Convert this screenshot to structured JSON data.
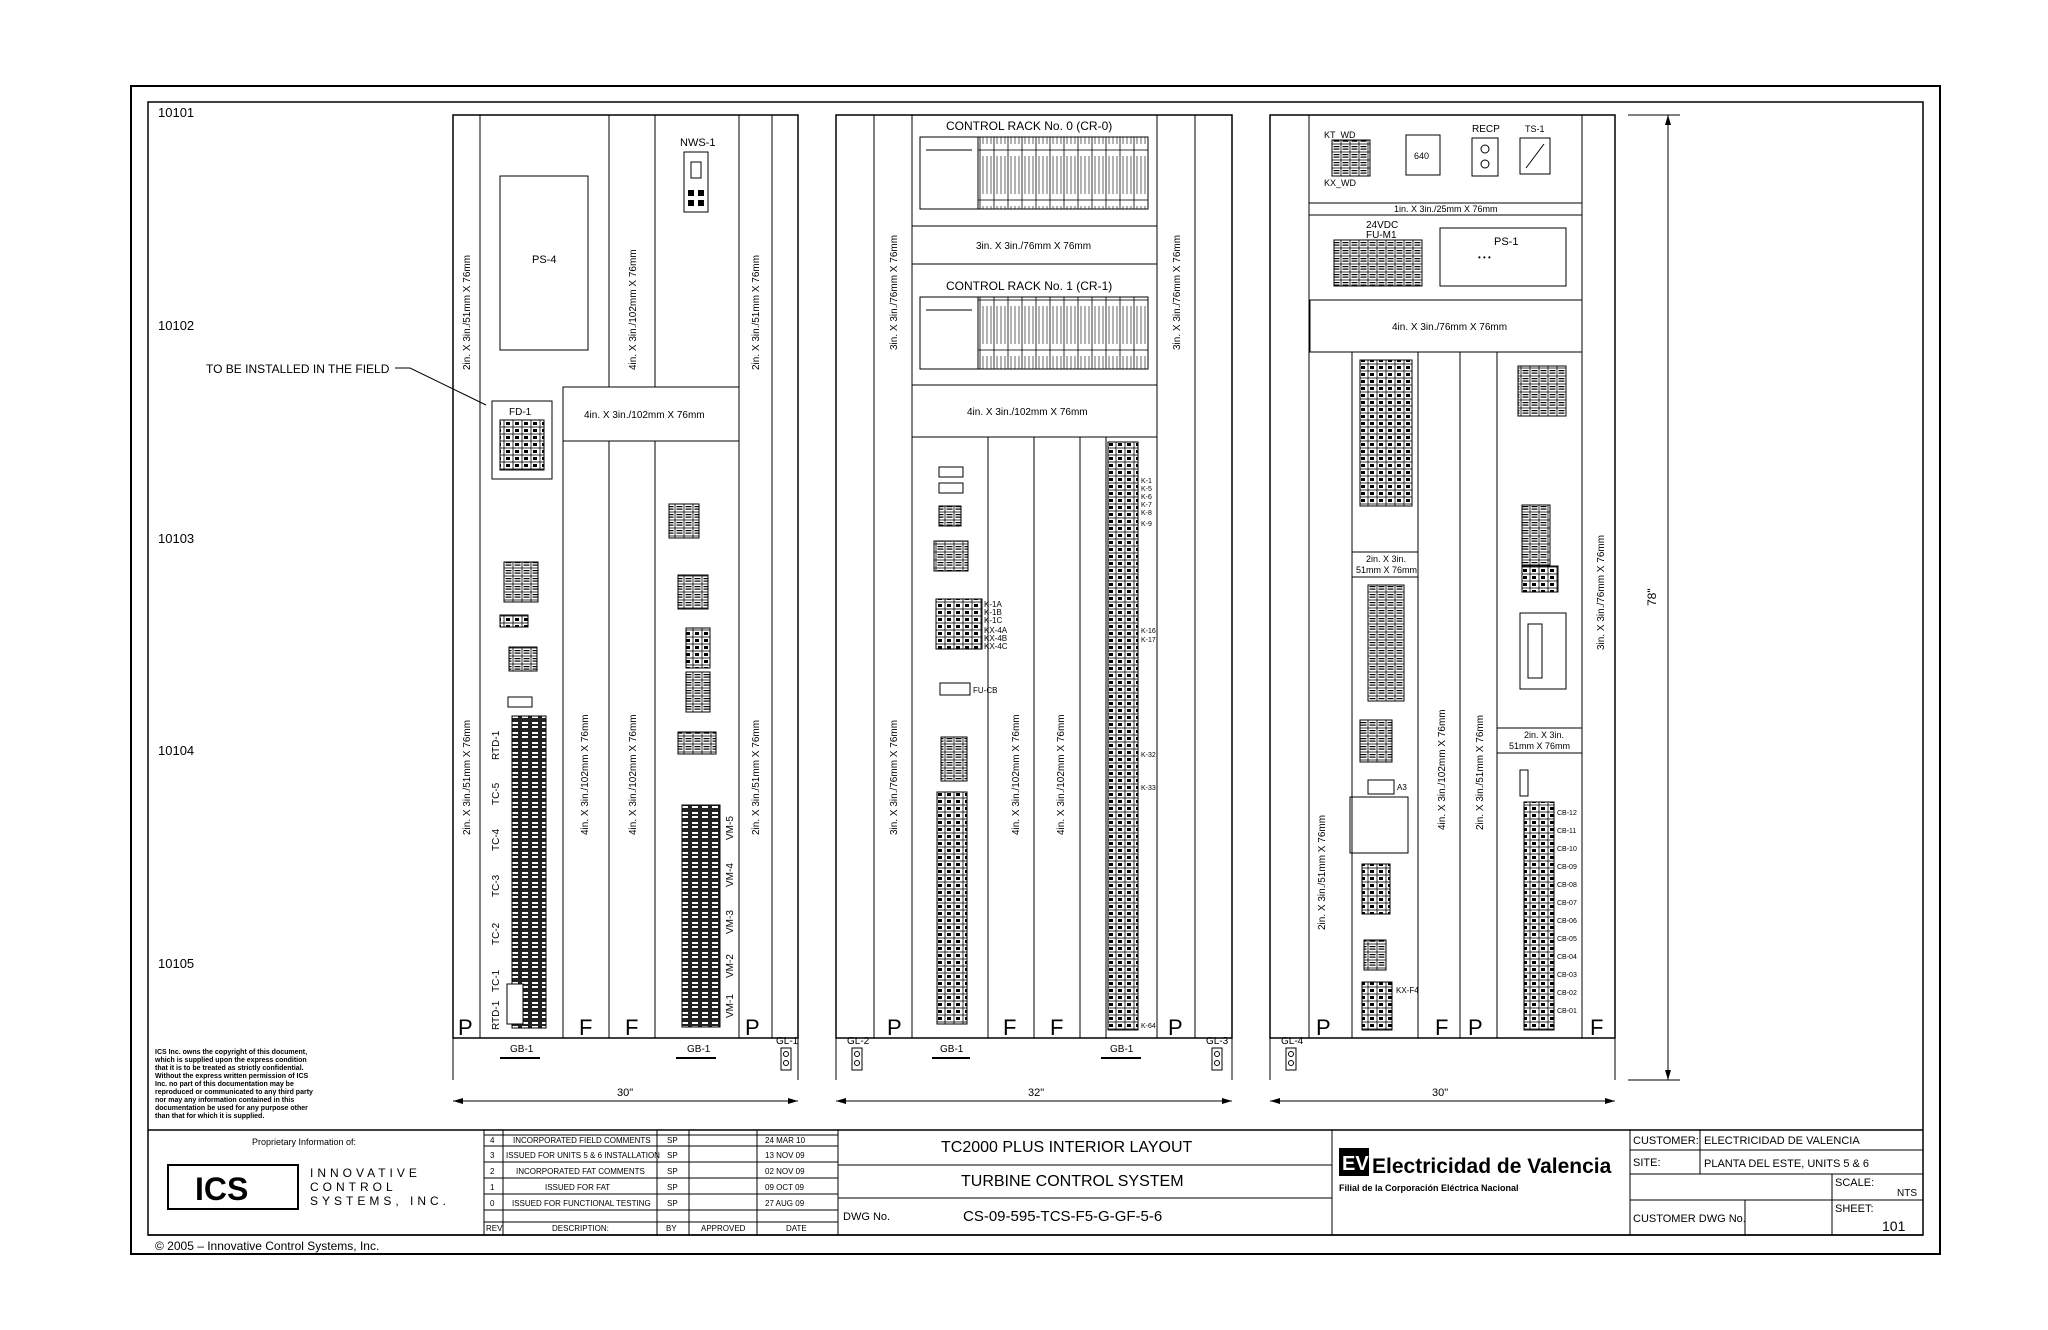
{
  "row_markers": [
    "10101",
    "10102",
    "10103",
    "10104",
    "10105"
  ],
  "field_note": "TO BE INSTALLED IN THE FIELD",
  "panels": {
    "left": {
      "width_dim": "30\"",
      "labels": {
        "duct_v_2in_upper": "2in. X 3in./51mm X 76mm",
        "duct_v_4in_upper": "4in. X 3in./102mm X 76mm",
        "duct_v_2in_upper_r": "2in. X 3in./51mm X 76mm",
        "duct_h_4in": "4in. X 3in./102mm X 76mm",
        "duct_v_2in_lower": "2in. X 3in./51mm X 76mm",
        "duct_v_4in_lower_a": "4in. X 3in./102mm X 76mm",
        "duct_v_4in_lower_b": "4in. X 3in./102mm X 76mm",
        "duct_v_2in_lower_r": "2in. X 3in./51mm X 76mm",
        "ps4": "PS-4",
        "nws1": "NWS-1",
        "fd1": "FD-1",
        "gb1_a": "GB-1",
        "gb1_b": "GB-1",
        "gl1": "GL-1"
      },
      "tc_labels": [
        "RTD-1",
        "TC-5",
        "TC-4",
        "TC-3",
        "TC-2",
        "TC-1",
        "RTD-1"
      ],
      "vm_labels": [
        "VM-5",
        "VM-4",
        "VM-3",
        "VM-2",
        "VM-1"
      ],
      "bottom_marks": [
        "P",
        "F",
        "F",
        "P"
      ]
    },
    "middle": {
      "width_dim": "32\"",
      "labels": {
        "cr0": "CONTROL RACK No. 0 (CR-0)",
        "cr1": "CONTROL RACK No. 1 (CR-1)",
        "duct_h_3in": "3in. X 3in./76mm X 76mm",
        "duct_h_4in": "4in. X 3in./102mm X 76mm",
        "duct_v_3in_upper_l": "3in. X 3in./76mm X 76mm",
        "duct_v_3in_upper_r": "3in. X 3in./76mm X 76mm",
        "duct_v_3in_lower_l": "3in. X 3in./76mm X 76mm",
        "duct_v_4in_lower_a": "4in. X 3in./102mm X 76mm",
        "duct_v_4in_lower_b": "4in. X 3in./102mm X 76mm",
        "gl2": "GL-2",
        "gl3": "GL-3",
        "gb1_a": "GB-1",
        "gb1_b": "GB-1",
        "fu_cb": "FU-CB"
      },
      "k_labels": [
        "K-1",
        "K-5",
        "K-6",
        "K-7",
        "K-8",
        "K-9",
        "K-16",
        "K-17",
        "K-32",
        "K-33",
        "K-64"
      ],
      "k_small": [
        "K-1A",
        "K-1B",
        "K-1C",
        "KX-4A",
        "KX-4B",
        "KX-4C"
      ],
      "bottom_marks": [
        "P",
        "F",
        "F",
        "P"
      ]
    },
    "right": {
      "width_dim": "30\"",
      "height_dim": "78\"",
      "labels": {
        "kt_wd": "KT_WD",
        "kx_wd": "KX_WD",
        "d640": "640",
        "recp": "RECP",
        "ts1": "TS-1",
        "duct_h_1in": "1in. X 3in./25mm X 76mm",
        "v24dc": "24VDC",
        "fu_m1": "FU-M1",
        "ps1": "PS-1",
        "ps1_dots": "• • •",
        "duct_h_4in": "4in. X 3in./76mm X 76mm",
        "duct_box_2in_a1": "2in. X 3in.",
        "duct_box_2in_a2": "51mm X 76mm",
        "duct_box_2in_b1": "2in. X 3in.",
        "duct_box_2in_b2": "51mm X 76mm",
        "duct_v_3in_r": "3in. X 3in./76mm X 76mm",
        "duct_v_2in_l": "2in. X 3in./51mm X 76mm",
        "duct_v_4in": "4in. X 3in./102mm X 76mm",
        "duct_v_2in_m": "2in. X 3in./51mm X 76mm",
        "gl4": "GL-4",
        "a3": "A3",
        "kx_f4": "KX-F4"
      },
      "cb_labels": [
        "CB-12",
        "CB-11",
        "CB-10",
        "CB-09",
        "CB-08",
        "CB-07",
        "CB-06",
        "CB-05",
        "CB-04",
        "CB-03",
        "CB-02",
        "CB-01"
      ],
      "bottom_marks": [
        "P",
        "F",
        "P",
        "F"
      ]
    }
  },
  "copyright_note": [
    "ICS Inc. owns the copyright of this document,",
    "which is supplied upon the express condition",
    "that it is to be treated as strictly confidential.",
    "Without the express written permission of ICS",
    "Inc. no part of this documentation may be",
    "reproduced or communicated to any third party",
    "nor may any information contained in this",
    "documentation be used for any purpose other",
    "than that for which it is supplied."
  ],
  "title_block": {
    "proprietary": "Proprietary Information of:",
    "ics_logo": "ICS",
    "ics_name": [
      "INNOVATIVE",
      "CONTROL",
      "SYSTEMS, INC."
    ],
    "revisions": [
      {
        "rev": "4",
        "desc": "INCORPORATED FIELD COMMENTS",
        "by": "SP",
        "approved": "",
        "date": "24 MAR 10"
      },
      {
        "rev": "3",
        "desc": "ISSUED FOR UNITS 5 & 6 INSTALLATION",
        "by": "SP",
        "approved": "",
        "date": "13 NOV 09"
      },
      {
        "rev": "2",
        "desc": "INCORPORATED FAT COMMENTS",
        "by": "SP",
        "approved": "",
        "date": "02 NOV 09"
      },
      {
        "rev": "1",
        "desc": "ISSUED FOR FAT",
        "by": "SP",
        "approved": "",
        "date": "09 OCT 09"
      },
      {
        "rev": "0",
        "desc": "ISSUED FOR FUNCTIONAL TESTING",
        "by": "SP",
        "approved": "",
        "date": "27 AUG 09"
      }
    ],
    "rev_header": {
      "rev": "REV",
      "desc": "DESCRIPTION:",
      "by": "BY",
      "approved": "APPROVED",
      "date": "DATE"
    },
    "title1": "TC2000 PLUS INTERIOR LAYOUT",
    "title2": "TURBINE CONTROL SYSTEM",
    "dwg_label": "DWG No.",
    "dwg_no": "CS-09-595-TCS-F5-G-GF-5-6",
    "client_logo": "Electricidad de Valencia",
    "client_sub": "Filial de la Corporación Eléctrica Nacional",
    "customer_label": "CUSTOMER:",
    "customer": "ELECTRICIDAD DE VALENCIA",
    "site_label": "SITE:",
    "site": "PLANTA DEL ESTE, UNITS 5 & 6",
    "scale_label": "SCALE:",
    "scale": "NTS",
    "cust_dwg_label": "CUSTOMER DWG No.",
    "sheet_label": "SHEET:",
    "sheet": "101"
  },
  "footer": "© 2005 – Innovative Control Systems, Inc."
}
